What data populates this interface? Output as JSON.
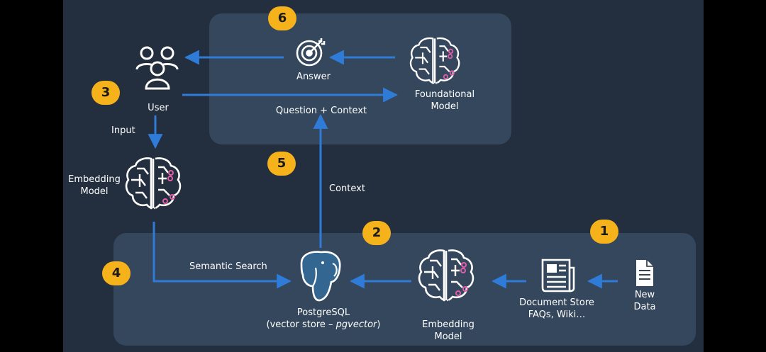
{
  "colors": {
    "background": "#232f3e",
    "panel": "#34475c",
    "arrow": "#2f7bd8",
    "badge": "#f6b21a",
    "accent": "#e05fa8"
  },
  "icons": {
    "users": "users-group-icon",
    "target": "target-icon",
    "brain": "brain-circuit-icon",
    "postgres": "postgresql-elephant-icon",
    "document_store": "newspaper-icon",
    "new_data": "document-icon"
  },
  "badges": {
    "one": "1",
    "two": "2",
    "three": "3",
    "four": "4",
    "five": "5",
    "six": "6"
  },
  "labels": {
    "answer": "Answer",
    "user": "User",
    "foundational_model_1": "Foundational",
    "foundational_model_2": "Model",
    "question_context": "Question + Context",
    "input": "Input",
    "embedding_left_1": "Embedding",
    "embedding_left_2": "Model",
    "context": "Context",
    "semantic_search": "Semantic Search",
    "postgres_1": "PostgreSQL",
    "postgres_2_prefix": "(vector store – ",
    "postgres_2_italic": "pgvector",
    "postgres_2_suffix": ")",
    "embedding_bottom_1": "Embedding",
    "embedding_bottom_2": "Model",
    "document_store_1": "Document Store",
    "document_store_2": "FAQs, Wiki…",
    "new_data_1": "New",
    "new_data_2": "Data"
  }
}
